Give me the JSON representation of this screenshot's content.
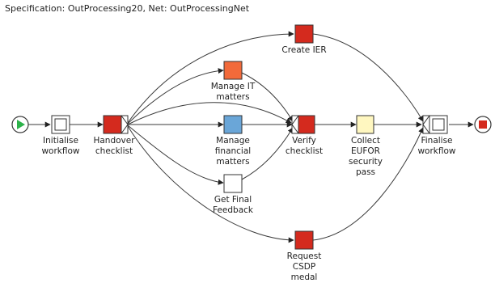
{
  "header": {
    "spec_label": "Specification:",
    "spec_name": "OutProcessing20,",
    "net_label": "Net:",
    "net_name": "OutProcessingNet"
  },
  "colors": {
    "red": "#d42a1e",
    "orange": "#f26a3a",
    "blue": "#6aa6d8",
    "yellow": "#fff7c0",
    "white": "#ffffff",
    "start": "#2cb24a"
  },
  "nodes": {
    "initialise": {
      "label": [
        "Initialise",
        "workflow"
      ]
    },
    "handover": {
      "label": [
        "Handover",
        "checklist"
      ]
    },
    "create_ier": {
      "label": [
        "Create IER"
      ]
    },
    "manage_it": {
      "label": [
        "Manage IT",
        "matters"
      ]
    },
    "manage_fin": {
      "label": [
        "Manage",
        "financial",
        "matters"
      ]
    },
    "get_final": {
      "label": [
        "Get Final",
        "Feedback"
      ]
    },
    "verify": {
      "label": [
        "Verify",
        "checklist"
      ]
    },
    "collect": {
      "label": [
        "Collect",
        "EUFOR",
        "security",
        "pass"
      ]
    },
    "request": {
      "label": [
        "Request",
        "CSDP",
        "medal"
      ]
    },
    "finalise": {
      "label": [
        "Finalise",
        "workflow"
      ]
    }
  }
}
